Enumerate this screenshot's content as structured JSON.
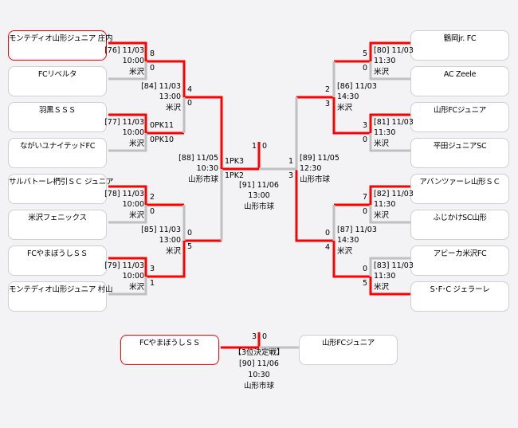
{
  "teams_left": [
    "モンテディオ山形ジュニア 庄内",
    "FCリベルタ",
    "羽黒ＳＳＳ",
    "ながいユナイテッドFC",
    "サルバトーレ椚引ＳＣ ジュニア",
    "米沢フェニックス",
    "FCやまぼうしＳＳ",
    "モンテディオ山形ジュニア 村山"
  ],
  "teams_right": [
    "鶴岡jr. FC",
    "AC Zeele",
    "山形FCジュニア",
    "平田ジュニアSC",
    "アバンツァーレ山形ＳＣ",
    "ふじかけSC山形",
    "アビーカ米沢FC",
    "S･F･C ジェラーレ"
  ],
  "matches": {
    "m76": {
      "no": "[76] 11/03",
      "time": "10:00",
      "venue": "米沢",
      "s1": "8",
      "s2": "0"
    },
    "m77": {
      "no": "[77] 11/03",
      "time": "10:00",
      "venue": "米沢",
      "s1": "0PK11",
      "s2": "0PK10"
    },
    "m78": {
      "no": "[78] 11/03",
      "time": "10:00",
      "venue": "米沢",
      "s1": "2",
      "s2": "0"
    },
    "m79": {
      "no": "[79] 11/03",
      "time": "10:00",
      "venue": "米沢",
      "s1": "3",
      "s2": "1"
    },
    "m84": {
      "no": "[84] 11/03",
      "time": "13:00",
      "venue": "米沢",
      "s1": "4",
      "s2": "0"
    },
    "m85": {
      "no": "[85] 11/03",
      "time": "13:00",
      "venue": "米沢",
      "s1": "0",
      "s2": "5"
    },
    "m88": {
      "no": "[88] 11/05",
      "time": "10:30",
      "venue": "山形市球",
      "s1": "1PK3",
      "s2": "1PK2"
    },
    "m91": {
      "no": "[91] 11/06",
      "time": "13:00",
      "venue": "山形市球",
      "s1": "1",
      "s2": "0"
    },
    "m89": {
      "no": "[89] 11/05",
      "time": "12:30",
      "venue": "山形市球",
      "s1": "1",
      "s2": "3"
    },
    "m86": {
      "no": "[86] 11/03",
      "time": "14:30",
      "venue": "米沢",
      "s1": "2",
      "s2": "3"
    },
    "m87": {
      "no": "[87] 11/03",
      "time": "14:30",
      "venue": "米沢",
      "s1": "0",
      "s2": "4"
    },
    "m80": {
      "no": "[80] 11/03",
      "time": "11:30",
      "venue": "米沢",
      "s1": "5",
      "s2": "0"
    },
    "m81": {
      "no": "[81] 11/03",
      "time": "11:30",
      "venue": "米沢",
      "s1": "3",
      "s2": "0"
    },
    "m82": {
      "no": "[82] 11/03",
      "time": "11:30",
      "venue": "米沢",
      "s1": "7",
      "s2": "0"
    },
    "m83": {
      "no": "[83] 11/03",
      "time": "11:30",
      "venue": "米沢",
      "s1": "0",
      "s2": "5"
    }
  },
  "third_place": {
    "label": "【3位決定戦】",
    "no": "[90] 11/06",
    "time": "10:30",
    "venue": "山形市球",
    "team1": "FCやまぼうしＳＳ",
    "team2": "山形FCジュニア",
    "s1": "3",
    "s2": "0"
  },
  "colors": {
    "win": "#ff0000",
    "lose": "#c0c0c0"
  }
}
